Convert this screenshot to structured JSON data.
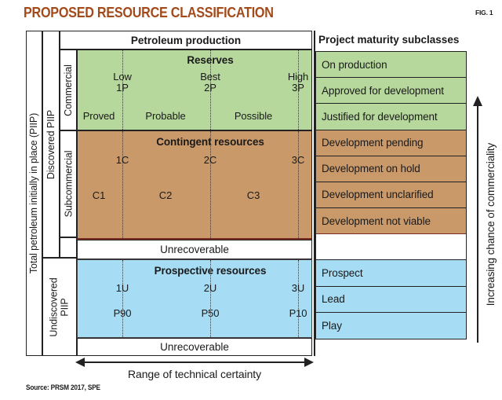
{
  "title": "PROPOSED RESOURCE CLASSIFICATION",
  "fig_label": "FIG. 1",
  "source_note": "Source: PRSM 2017, SPE",
  "colors": {
    "title_accent": "#a34a1b",
    "reserves_green": "#b6d89c",
    "contingent_brown": "#c9996a",
    "prospective_blue": "#a6dcf4",
    "line_black": "#222222",
    "brown_divider_maroon": "#7a2b20"
  },
  "top_headers": {
    "petroleum_production": "Petroleum production",
    "project_maturity": "Project maturity subclasses"
  },
  "left_axis": {
    "total_piip": "Total petroleum initially in place (PIIP)",
    "discovered": "Discovered PIIP",
    "undiscovered": "Undiscovered PIIP",
    "commercial": "Commercial",
    "subcommercial": "Subcommercial"
  },
  "matrix": {
    "reserves": {
      "title": "Reserves",
      "estimates": [
        {
          "level": "Low",
          "code": "1P"
        },
        {
          "level": "Best",
          "code": "2P"
        },
        {
          "level": "High",
          "code": "3P"
        }
      ],
      "categories": [
        "Proved",
        "Probable",
        "Possible"
      ]
    },
    "contingent": {
      "title": "Contingent resources",
      "estimates": [
        "1C",
        "2C",
        "3C"
      ],
      "categories": [
        "C1",
        "C2",
        "C3"
      ]
    },
    "unrecoverable_upper": "Unrecoverable",
    "prospective": {
      "title": "Prospective resources",
      "estimates": [
        "1U",
        "2U",
        "3U"
      ],
      "percentiles": [
        "P90",
        "P50",
        "P10"
      ]
    },
    "unrecoverable_lower": "Unrecoverable"
  },
  "subclasses": [
    {
      "label": "On production",
      "group": "commercial"
    },
    {
      "label": "Approved for development",
      "group": "commercial"
    },
    {
      "label": "Justified for development",
      "group": "commercial"
    },
    {
      "label": "Development pending",
      "group": "contingent"
    },
    {
      "label": "Development on hold",
      "group": "contingent"
    },
    {
      "label": "Development unclarified",
      "group": "contingent"
    },
    {
      "label": "Development not viable",
      "group": "contingent"
    },
    {
      "label": "",
      "group": "unrecoverable"
    },
    {
      "label": "Prospect",
      "group": "prospective"
    },
    {
      "label": "Lead",
      "group": "prospective"
    },
    {
      "label": "Play",
      "group": "prospective"
    }
  ],
  "axes": {
    "horizontal_arrow": "Range of technical certainty",
    "vertical_arrow": "Increasing chance of commerciality"
  }
}
